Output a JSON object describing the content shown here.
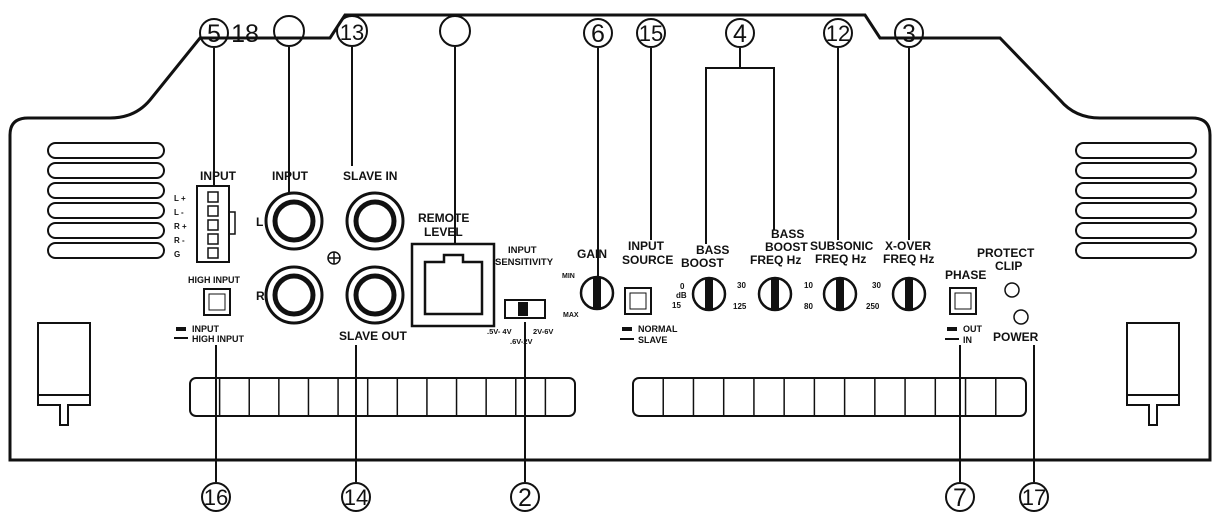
{
  "labels": {
    "input_block": "INPUT",
    "input_rca": "INPUT",
    "slave_in": "SLAVE IN",
    "remote_1": "REMOTE",
    "remote_2": "LEVEL",
    "rca_l": "L",
    "rca_r": "R",
    "slave_out": "SLAVE OUT",
    "high_input": "HIGH INPUT",
    "legend_input": "INPUT",
    "legend_high_input": "HIGH INPUT",
    "input_sens_1": "INPUT",
    "input_sens_2": "SENSITIVITY",
    "sens_left": ".5V- 4V",
    "sens_right": "2V-6V",
    "sens_bottom": ".6V-2V",
    "gain": "GAIN",
    "gain_min": "MIN",
    "gain_max": "MAX",
    "input_source_1": "INPUT",
    "input_source_2": "SOURCE",
    "source_normal": "NORMAL",
    "source_slave": "SLAVE",
    "bass_boost_1": "BASS",
    "bass_boost_2": "BOOST",
    "bb_0": "0",
    "bb_db": "dB",
    "bb_15": "15",
    "bbf_1": "BASS",
    "bbf_2": "BOOST",
    "bbf_3": "FREQ Hz",
    "bbf_30": "30",
    "bbf_125": "125",
    "subsonic_1": "SUBSONIC",
    "subsonic_2": "FREQ Hz",
    "sub_10": "10",
    "sub_80": "80",
    "xover_1": "X-OVER",
    "xover_2": "FREQ Hz",
    "xo_30": "30",
    "xo_250": "250",
    "phase": "PHASE",
    "phase_out": "OUT",
    "phase_in": "IN",
    "protect": "PROTECT",
    "clip": "CLIP",
    "power": "POWER"
  },
  "terminal_pins": [
    "L +",
    "L -",
    "R +",
    "R -",
    "G"
  ],
  "callouts": {
    "c5": "5",
    "c18": "18",
    "c13": "13",
    "c6": "6",
    "c15": "15",
    "c4": "4",
    "c12": "12",
    "c3": "3",
    "c16": "16",
    "c14": "14",
    "c2": "2",
    "c7": "7",
    "c17": "17"
  }
}
